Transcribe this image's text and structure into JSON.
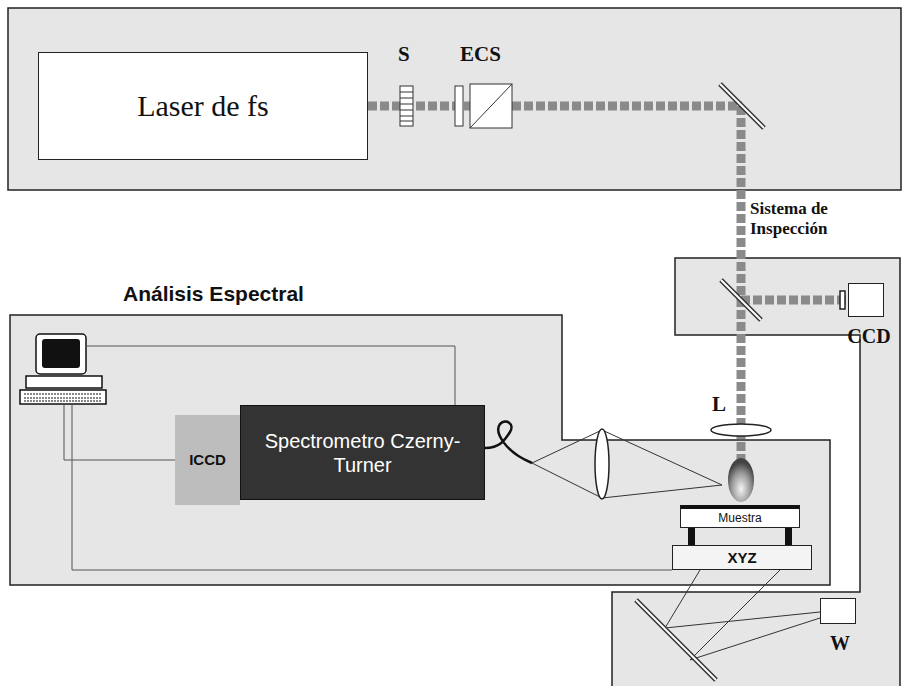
{
  "diagram": {
    "nodes": [
      {
        "text": [
          "Laser de fs"
        ]
      },
      {
        "text": [
          "Sistema de Inspección"
        ]
      },
      {
        "text": [
          "Análisis Espectral"
        ]
      },
      {
        "text": [
          "Spectrometro Czerny-Turner"
        ],
        "in": 2
      },
      {
        "text": [
          "ICCD"
        ],
        "in": 2
      },
      {
        "text": [
          "CCD"
        ],
        "in": 1
      },
      {
        "text": [
          "Muestra"
        ],
        "in": 2
      },
      {
        "text": [
          "XYZ"
        ],
        "in": 2
      },
      {
        "text": [
          "W"
        ],
        "in": 1
      }
    ],
    "labels": [
      "S",
      "ECS",
      "L"
    ]
  }
}
